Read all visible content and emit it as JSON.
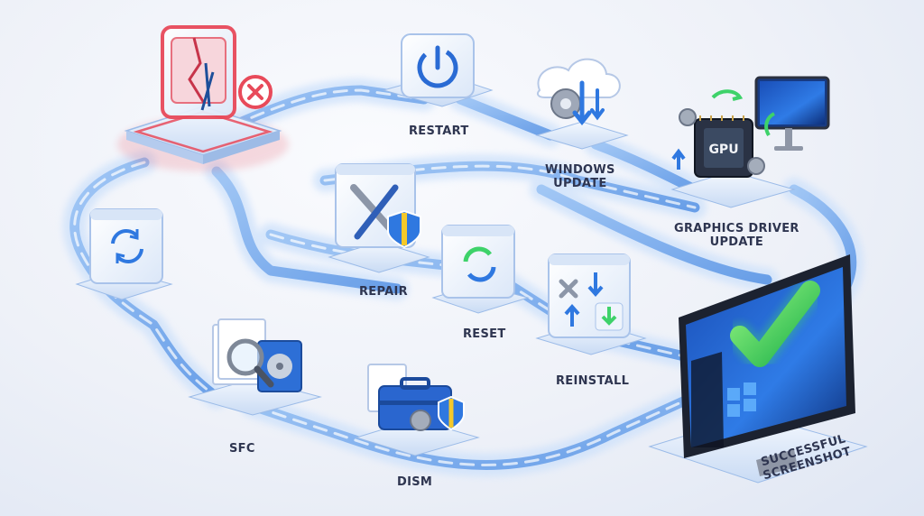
{
  "steps": {
    "restart": "RESTART",
    "windows_update_1": "WINDOWS",
    "windows_update_2": "UPDATE",
    "gpu_update_1": "GRAPHICS DRIVER",
    "gpu_update_2": "UPDATE",
    "repair": "REPAIR",
    "reset": "RESET",
    "reinstall": "REINSTALL",
    "sfc": "SFC",
    "dism": "DISM",
    "success_1": "SUCCESSFUL",
    "success_2": "SCREENSHOT"
  },
  "chip_text": "GPU",
  "colors": {
    "pipe": "#7fb0ee",
    "pipe_glow": "#cfe2fb",
    "error": "#e84a5a",
    "success": "#3ed26a",
    "accent": "#2f78e0"
  },
  "icons": {
    "start": "broken-window-icon",
    "restart": "power-restart-icon",
    "windows_update": "cloud-gear-download-icon",
    "gpu": "gpu-chip-icon",
    "repair": "wrench-screwdriver-shield-icon",
    "reset": "refresh-arrows-icon",
    "reinstall": "reinstall-arrows-icon",
    "sfc": "magnifier-disk-icon",
    "dism": "toolbox-gear-shield-icon",
    "success": "checkmark-monitor-icon"
  }
}
